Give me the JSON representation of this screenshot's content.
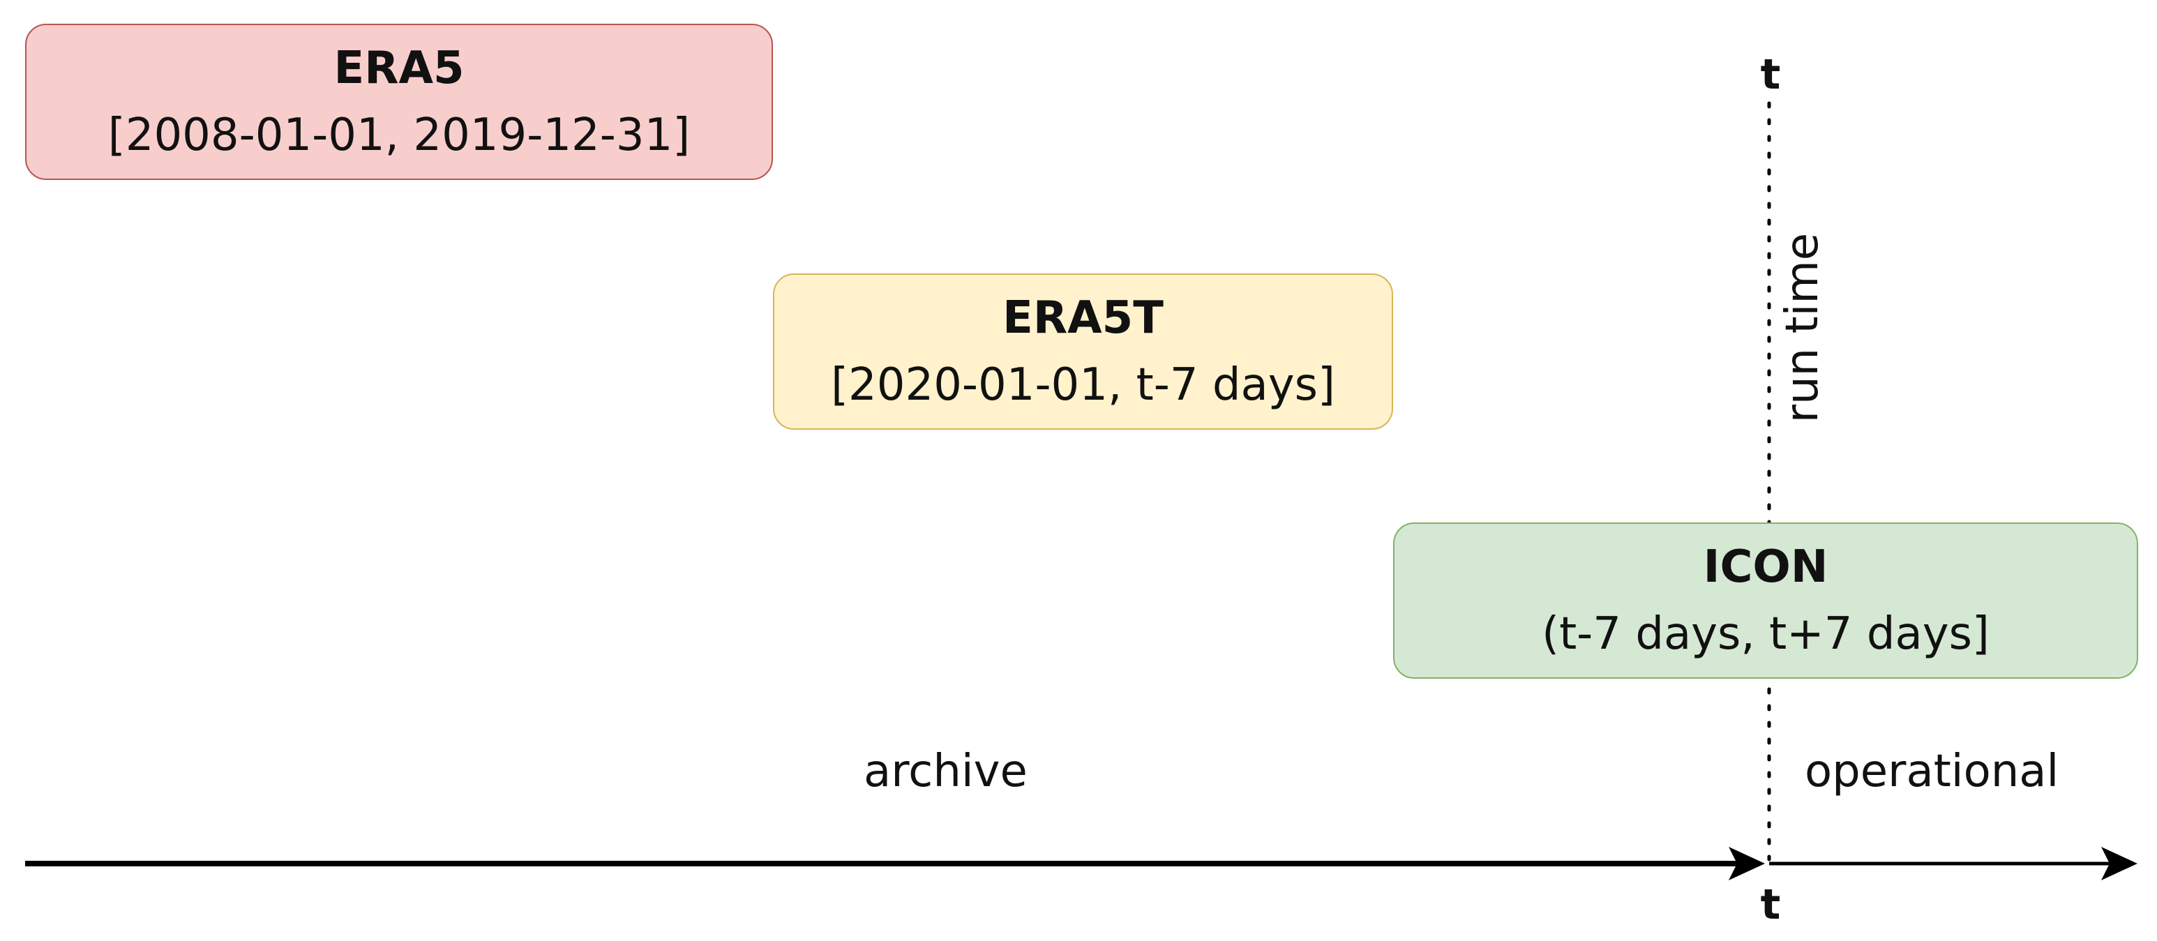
{
  "boxes": [
    {
      "id": "era5",
      "title": "ERA5",
      "range": "[2008-01-01, 2019-12-31]",
      "fill": "#f8cecc",
      "stroke": "#b85450"
    },
    {
      "id": "era5t",
      "title": "ERA5T",
      "range": "[2020-01-01, t-7 days]",
      "fill": "#fff2cc",
      "stroke": "#d6b656"
    },
    {
      "id": "icon",
      "title": "ICON",
      "range": "(t-7 days, t+7 days]",
      "fill": "#d5e8d4",
      "stroke": "#82b366"
    }
  ],
  "labels": {
    "archive": "archive",
    "operational": "operational",
    "run_time": "run time",
    "t_top": "t",
    "t_bottom": "t"
  },
  "colors": {
    "axis": "#000000"
  }
}
